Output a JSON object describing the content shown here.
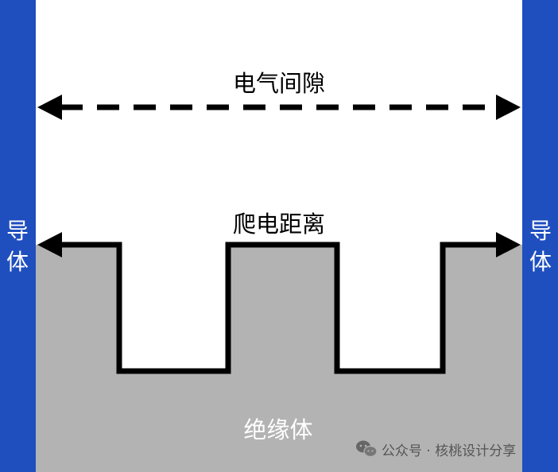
{
  "labels": {
    "electrical_clearance": "电气间隙",
    "creepage_distance": "爬电距离",
    "insulator": "绝缘体",
    "conductor_left": [
      "导",
      "体"
    ],
    "conductor_right": [
      "导",
      "体"
    ]
  },
  "watermark": {
    "text": "公众号 · 核桃设计分享",
    "icon": "wechat-icon"
  },
  "colors": {
    "conductor": "#1f4fbf",
    "insulator": "#b3b3b3",
    "line": "#000000",
    "insulator_text": "#ffffff",
    "conductor_text": "#ffffff",
    "watermark_text": "#555555"
  }
}
